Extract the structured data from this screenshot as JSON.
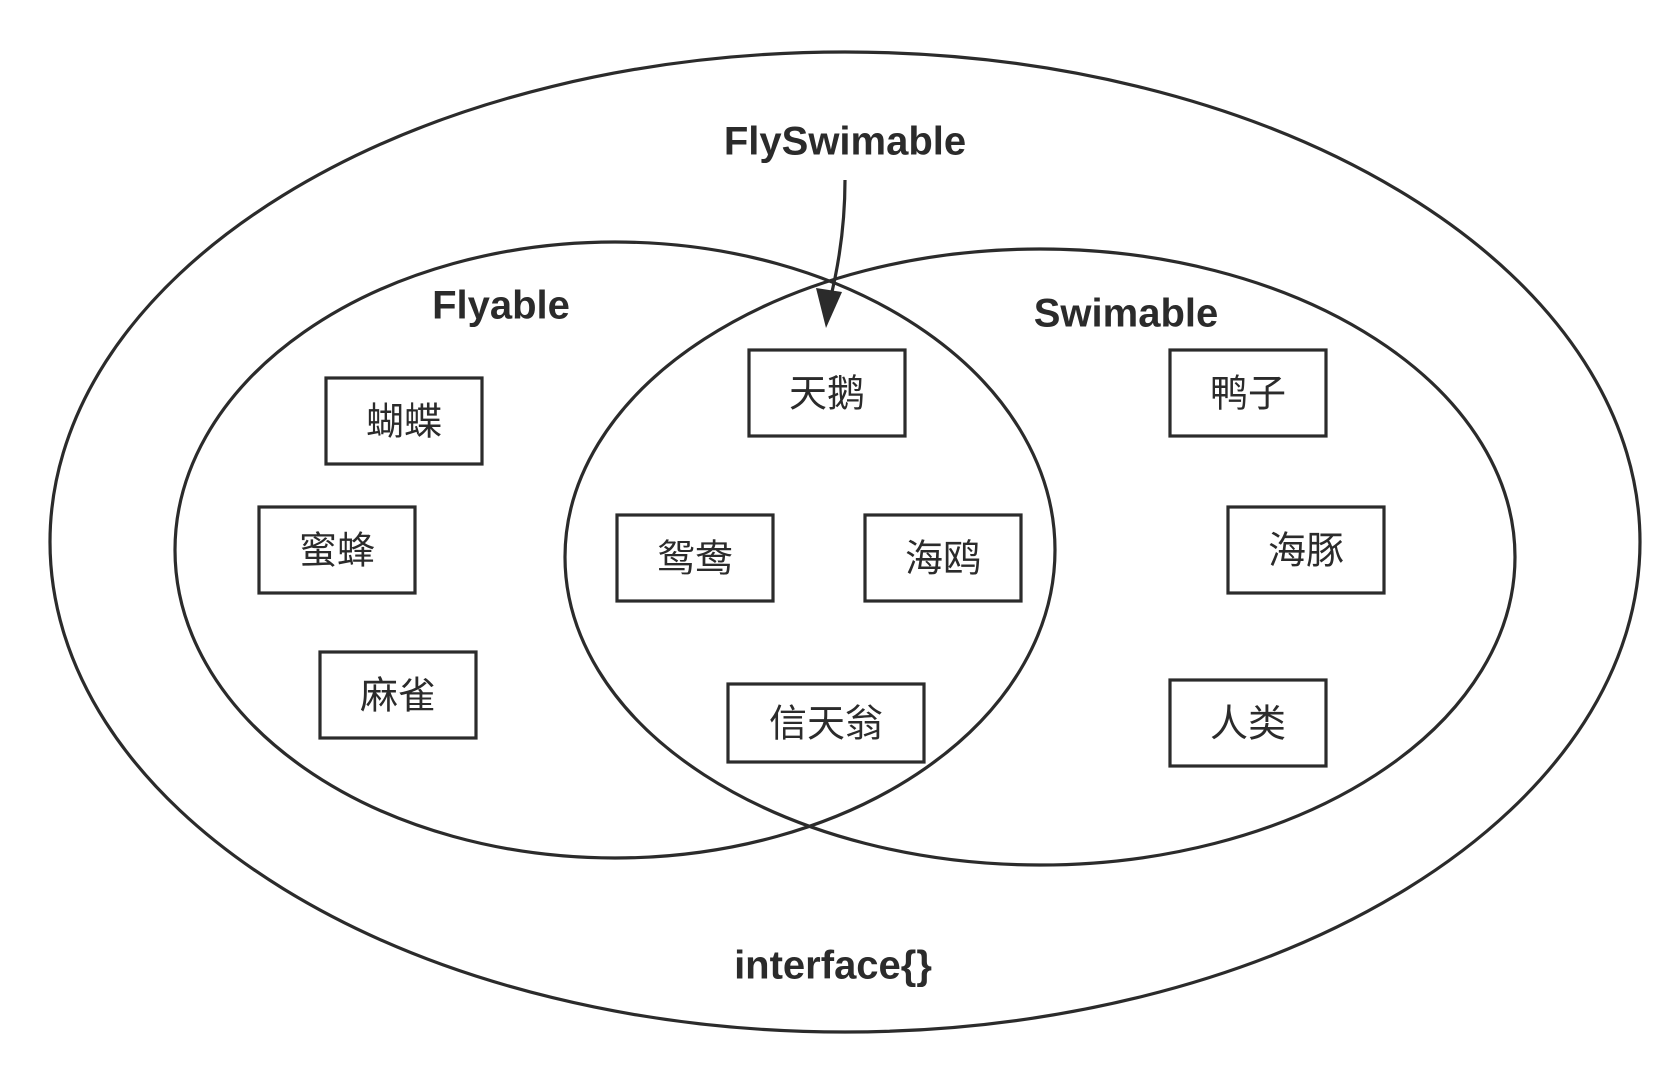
{
  "sets": {
    "outer": {
      "label": "interface{}"
    },
    "flyable": {
      "label": "Flyable"
    },
    "swimable": {
      "label": "Swimable"
    },
    "both": {
      "label": "FlySwimable"
    }
  },
  "items": {
    "butterfly": "蝴蝶",
    "bee": "蜜蜂",
    "sparrow": "麻雀",
    "swan": "天鹅",
    "mandarin_duck": "鸳鸯",
    "seagull": "海鸥",
    "albatross": "信天翁",
    "duck": "鸭子",
    "dolphin": "海豚",
    "human": "人类"
  }
}
